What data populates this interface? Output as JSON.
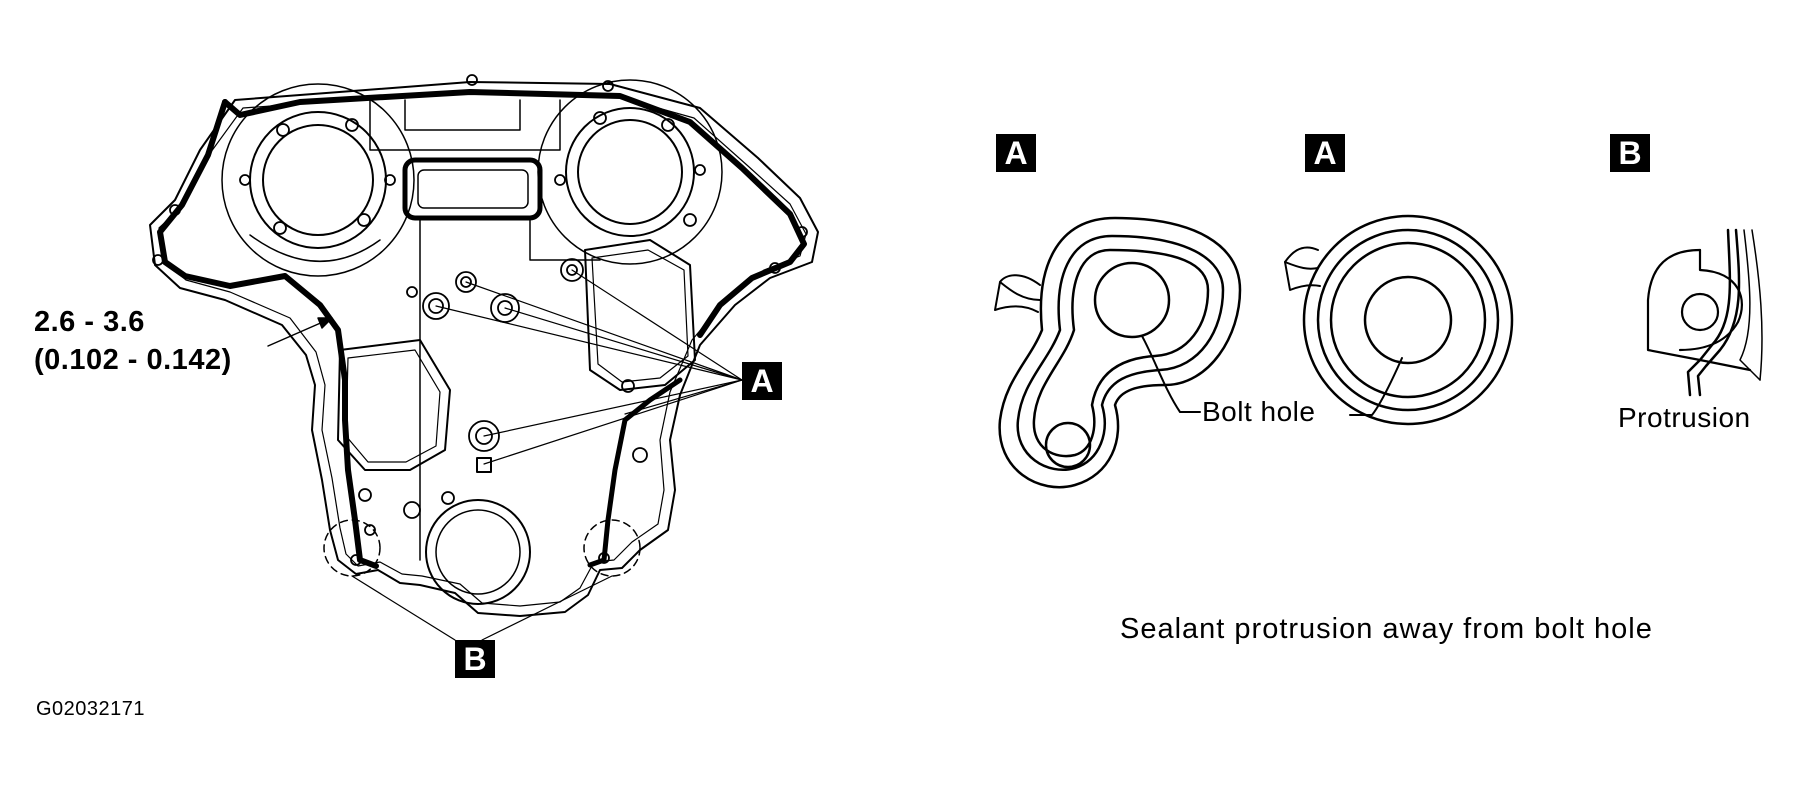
{
  "diagram": {
    "gap_spec": {
      "line1": "2.6 - 3.6",
      "line2": "(0.102 - 0.142)"
    },
    "tags": {
      "a_main": "A",
      "b_main": "B",
      "a_detail_1": "A",
      "a_detail_2": "A",
      "b_detail": "B"
    },
    "labels": {
      "bolt_hole_1": "Bolt hole",
      "protrusion": "Protrusion",
      "caption": "Sealant protrusion away from bolt hole"
    },
    "figure_id": "G02032171"
  }
}
